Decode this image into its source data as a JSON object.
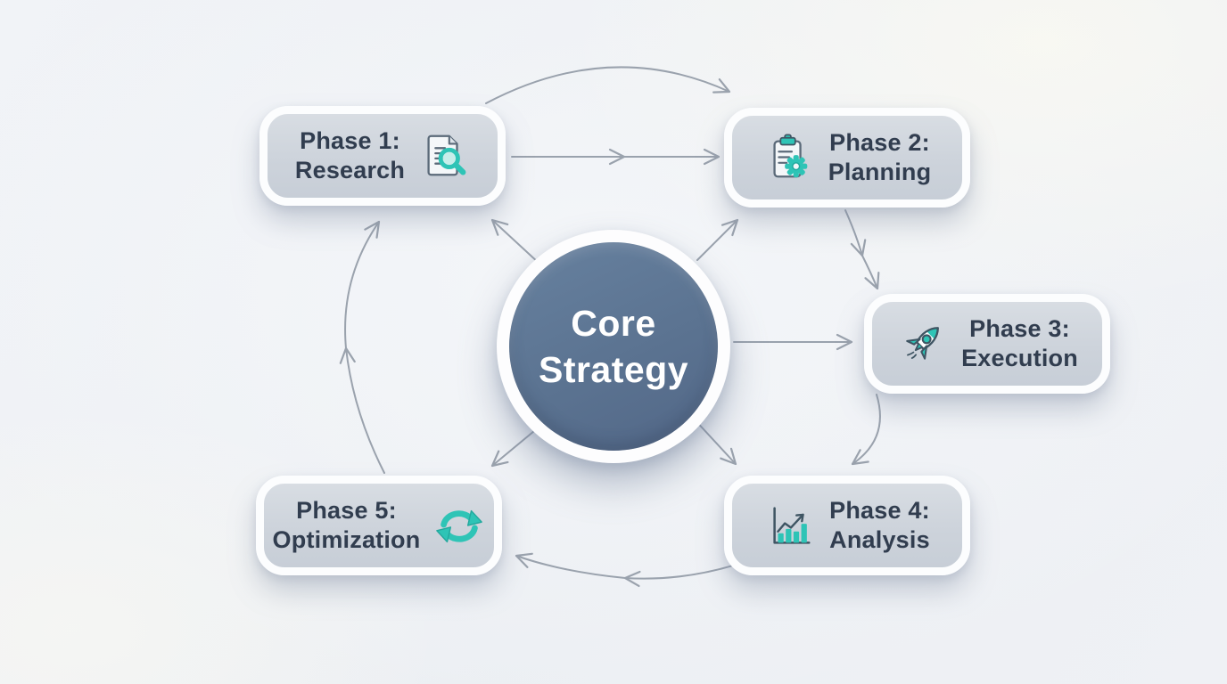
{
  "center": {
    "line1": "Core",
    "line2": "Strategy"
  },
  "phases": [
    {
      "line1": "Phase 1:",
      "line2": "Research",
      "icon": "document-search-icon",
      "icon_side": "right"
    },
    {
      "line1": "Phase 2:",
      "line2": "Planning",
      "icon": "clipboard-gear-icon",
      "icon_side": "left"
    },
    {
      "line1": "Phase 3:",
      "line2": "Execution",
      "icon": "rocket-icon",
      "icon_side": "left"
    },
    {
      "line1": "Phase 4:",
      "line2": "Analysis",
      "icon": "bar-chart-icon",
      "icon_side": "left"
    },
    {
      "line1": "Phase 5:",
      "line2": "Optimization",
      "icon": "refresh-cycle-icon",
      "icon_side": "right"
    }
  ],
  "connections": {
    "cycle": [
      "Phase 1 → Phase 2",
      "Phase 2 → Phase 3",
      "Phase 3 → Phase 4",
      "Phase 4 → Phase 5",
      "Phase 5 → Phase 1"
    ],
    "from_center": [
      "Phase 1",
      "Phase 2",
      "Phase 3",
      "Phase 4",
      "Phase 5"
    ]
  },
  "colors": {
    "accent_teal": "#2ec4b6",
    "center_circle_blue": "#5b7391",
    "box_fill": "#cdd3db",
    "box_border_white": "#fcfdfe",
    "arrow_gray": "#9aa2ad",
    "label_text": "#313d4f",
    "center_text": "#ffffff",
    "background": "#eef1f5"
  }
}
